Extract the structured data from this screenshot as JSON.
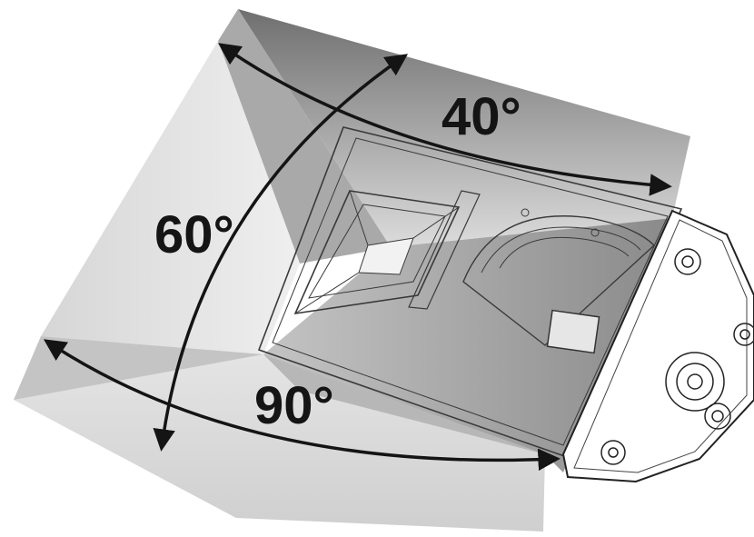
{
  "labels": {
    "vertical_coverage": "60°",
    "horizontal_coverage_wide": "90°",
    "horizontal_coverage_narrow": "40°"
  },
  "colors": {
    "line": "#141414",
    "cabinet_fill": "#ffffff",
    "shade_light": "#ececec",
    "shade_mid": "#c9c9c9",
    "shade_dark": "#8f8f8f"
  },
  "icons": [
    "loudspeaker-cabinet-icon",
    "horn-driver-icon",
    "woofer-icon",
    "rigging-point-icon"
  ]
}
